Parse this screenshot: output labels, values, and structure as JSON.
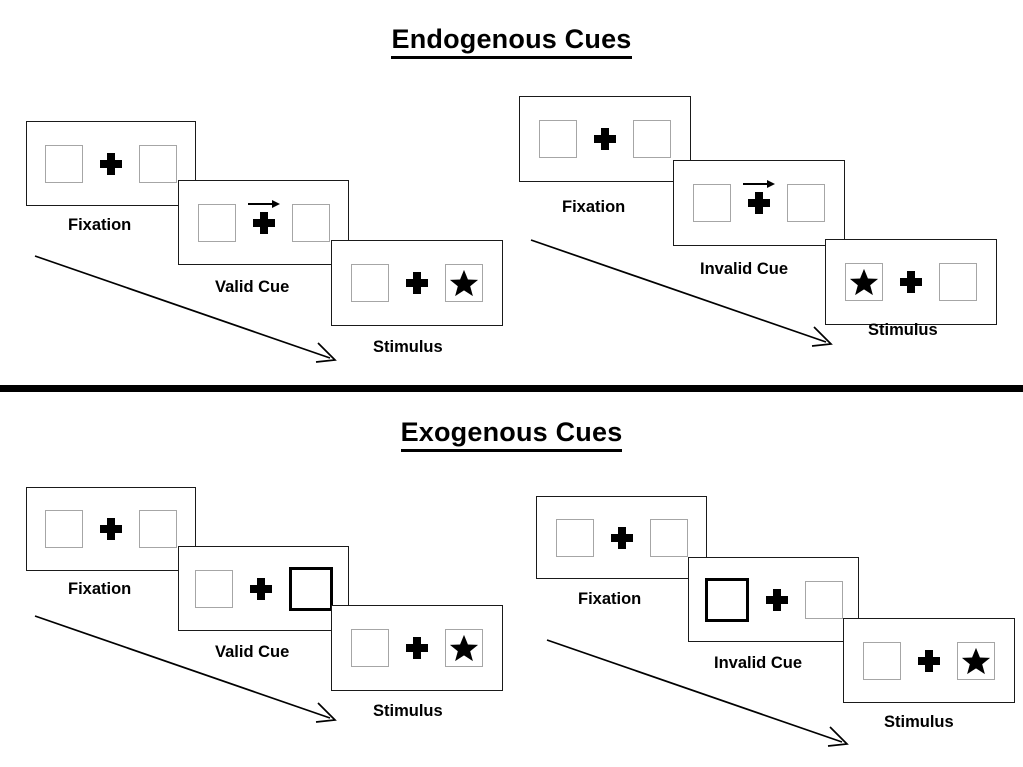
{
  "figure": {
    "sections": [
      {
        "id": "endogenous",
        "title": "Endogenous Cues",
        "sequences": [
          {
            "id": "endogenous-valid",
            "frames": [
              {
                "caption": "Fixation",
                "cue": "none",
                "target": "none"
              },
              {
                "caption": "Valid Cue",
                "cue": "arrow-right",
                "target": "none"
              },
              {
                "caption": "Stimulus",
                "cue": "none",
                "target": "right"
              }
            ]
          },
          {
            "id": "endogenous-invalid",
            "frames": [
              {
                "caption": "Fixation",
                "cue": "none",
                "target": "none"
              },
              {
                "caption": "Invalid Cue",
                "cue": "arrow-right",
                "target": "none"
              },
              {
                "caption": "Stimulus",
                "cue": "none",
                "target": "left"
              }
            ]
          }
        ]
      },
      {
        "id": "exogenous",
        "title": "Exogenous Cues",
        "sequences": [
          {
            "id": "exogenous-valid",
            "frames": [
              {
                "caption": "Fixation",
                "cue": "none",
                "target": "none"
              },
              {
                "caption": "Valid Cue",
                "cue": "box-right",
                "target": "none"
              },
              {
                "caption": "Stimulus",
                "cue": "none",
                "target": "right"
              }
            ]
          },
          {
            "id": "exogenous-invalid",
            "frames": [
              {
                "caption": "Fixation",
                "cue": "none",
                "target": "none"
              },
              {
                "caption": "Invalid Cue",
                "cue": "box-left",
                "target": "none"
              },
              {
                "caption": "Stimulus",
                "cue": "none",
                "target": "right"
              }
            ]
          }
        ]
      }
    ],
    "icons": {
      "fixation_cross": "plus-cross-icon",
      "cue_arrow": "arrow-right-icon",
      "target_star": "star-icon",
      "time_arrow": "time-flow-arrow-icon"
    },
    "colors": {
      "ink": "#000000",
      "panel_border": "#1a1a1a",
      "box_border": "#a6a6a6",
      "cued_box_border": "#000000",
      "background": "#ffffff"
    }
  }
}
